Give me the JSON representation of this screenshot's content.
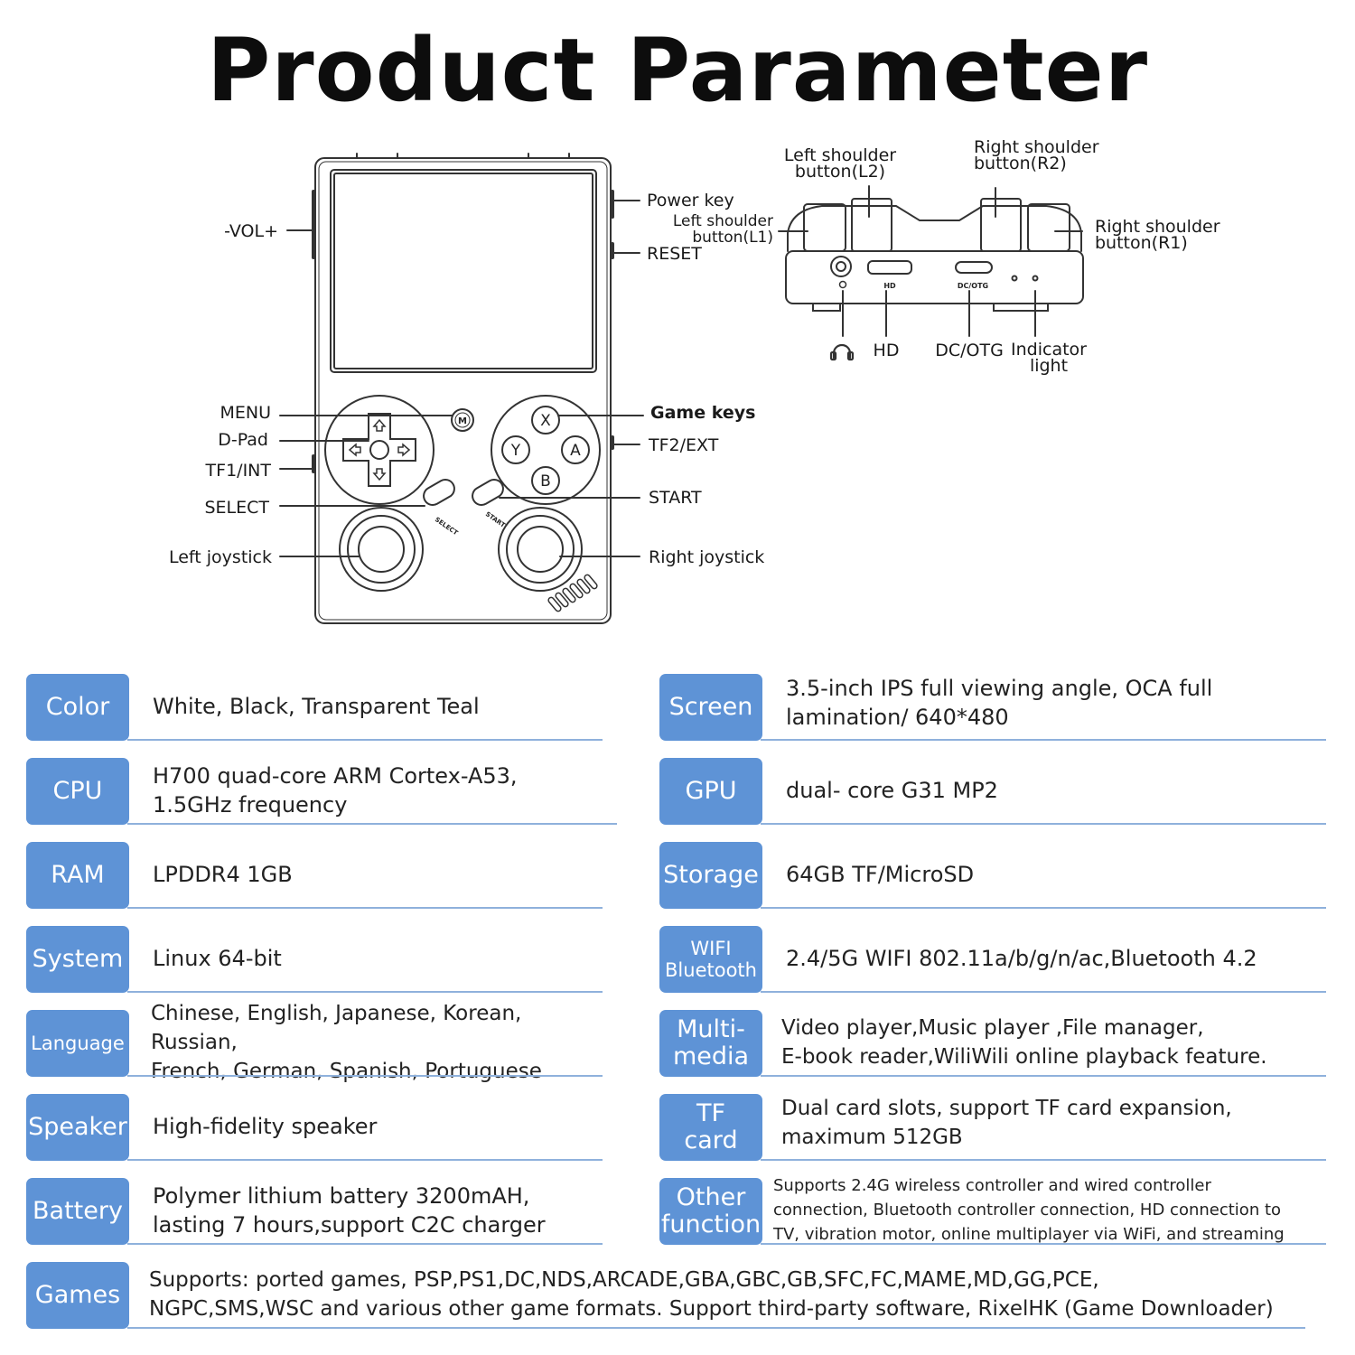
{
  "title": "Product Parameter",
  "front_labels": {
    "vol": "-VOL+",
    "power": "Power key",
    "reset": "RESET",
    "menu": "MENU",
    "dpad": "D-Pad",
    "tf1": "TF1/INT",
    "select": "SELECT",
    "left_joystick": "Left joystick",
    "game_keys": "Game keys",
    "tf2": "TF2/EXT",
    "start": "START",
    "right_joystick": "Right joystick"
  },
  "device_print": {
    "menu_button": "M",
    "x": "X",
    "y": "Y",
    "a": "A",
    "b": "B",
    "select": "SELECT",
    "start": "START",
    "hd_port": "HD",
    "dc_port": "DC/OTG"
  },
  "top_labels": {
    "l2": "Left shoulder\nbutton(L2)",
    "r2": "Right shoulder\nbutton(R2)",
    "l1": "Left shoulder\nbutton(L1)",
    "r1": "Right shoulder\nbutton(R1)",
    "hd": "HD",
    "dc": "DC/OTG",
    "indicator": "Indicator\nlight",
    "headphone_icon": "headphone-icon"
  },
  "specs_left": [
    {
      "label": "Color",
      "value": "White, Black, Transparent Teal"
    },
    {
      "label": "CPU",
      "value": "H700 quad-core ARM Cortex-A53,\n1.5GHz frequency"
    },
    {
      "label": "RAM",
      "value": "LPDDR4  1GB"
    },
    {
      "label": "System",
      "value": "Linux 64-bit"
    },
    {
      "label": "Language",
      "value": "Chinese, English, Japanese, Korean, Russian,\nFrench, German, Spanish, Portuguese"
    },
    {
      "label": "Speaker",
      "value": "High-fidelity speaker"
    },
    {
      "label": "Battery",
      "value": "Polymer lithium battery 3200mAH,\nlasting 7  hours,support C2C charger"
    }
  ],
  "specs_right": [
    {
      "label": "Screen",
      "value": "3.5-inch IPS full viewing angle, OCA full\nlamination/ 640*480"
    },
    {
      "label": "GPU",
      "value": "dual- core G31 MP2"
    },
    {
      "label": "Storage",
      "value": "64GB TF/MicroSD"
    },
    {
      "label": "WIFI\nBluetooth",
      "value": "2.4/5G WIFI 802.11a/b/g/n/ac,Bluetooth 4.2"
    },
    {
      "label": "Multi-\nmedia",
      "value": "Video  player,Music player ,File manager,\nE-book reader,WiliWili online playback feature."
    },
    {
      "label": "TF\ncard",
      "value": "Dual card slots, support TF card expansion,\nmaximum 512GB"
    },
    {
      "label": "Other\nfunction",
      "value": "Supports 2.4G wireless controller and wired controller\nconnection, Bluetooth controller connection, HD connection to\nTV, vibration motor, online multiplayer via WiFi, and streaming"
    }
  ],
  "games": {
    "label": "Games",
    "value": "Supports: ported games, PSP,PS1,DC,NDS,ARCADE,GBA,GBC,GB,SFC,FC,MAME,MD,GG,PCE,\nNGPC,SMS,WSC and various other game formats. Support third-party software, RixelHK (Game Downloader)"
  },
  "colors": {
    "tag": "#5e93d6",
    "rule": "#8fb1dc"
  }
}
